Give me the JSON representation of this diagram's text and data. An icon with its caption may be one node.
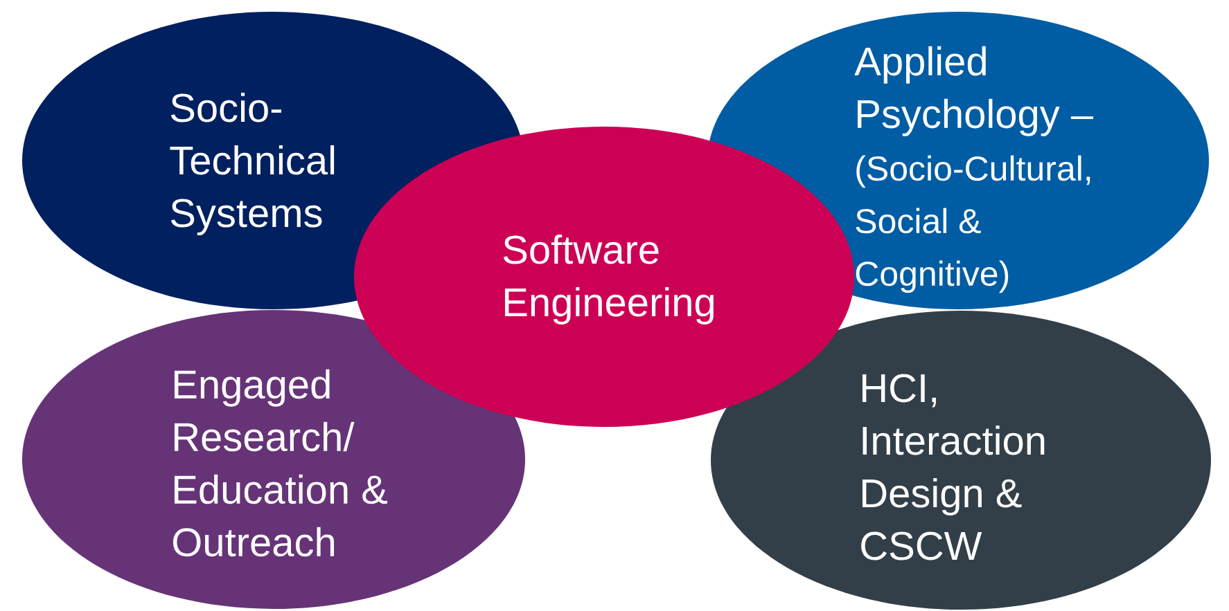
{
  "diagram": {
    "nodes": [
      {
        "text": [
          "Socio-Technical Systems"
        ]
      },
      {
        "text": [
          "Applied Psychology –",
          "(Socio-Cultural, Social & Cognitive)"
        ]
      },
      {
        "text": [
          "Software Engineering"
        ]
      },
      {
        "text": [
          "Engaged Research/ Education & Outreach"
        ]
      },
      {
        "text": [
          "HCI, Interaction Design & CSCW"
        ]
      }
    ]
  }
}
